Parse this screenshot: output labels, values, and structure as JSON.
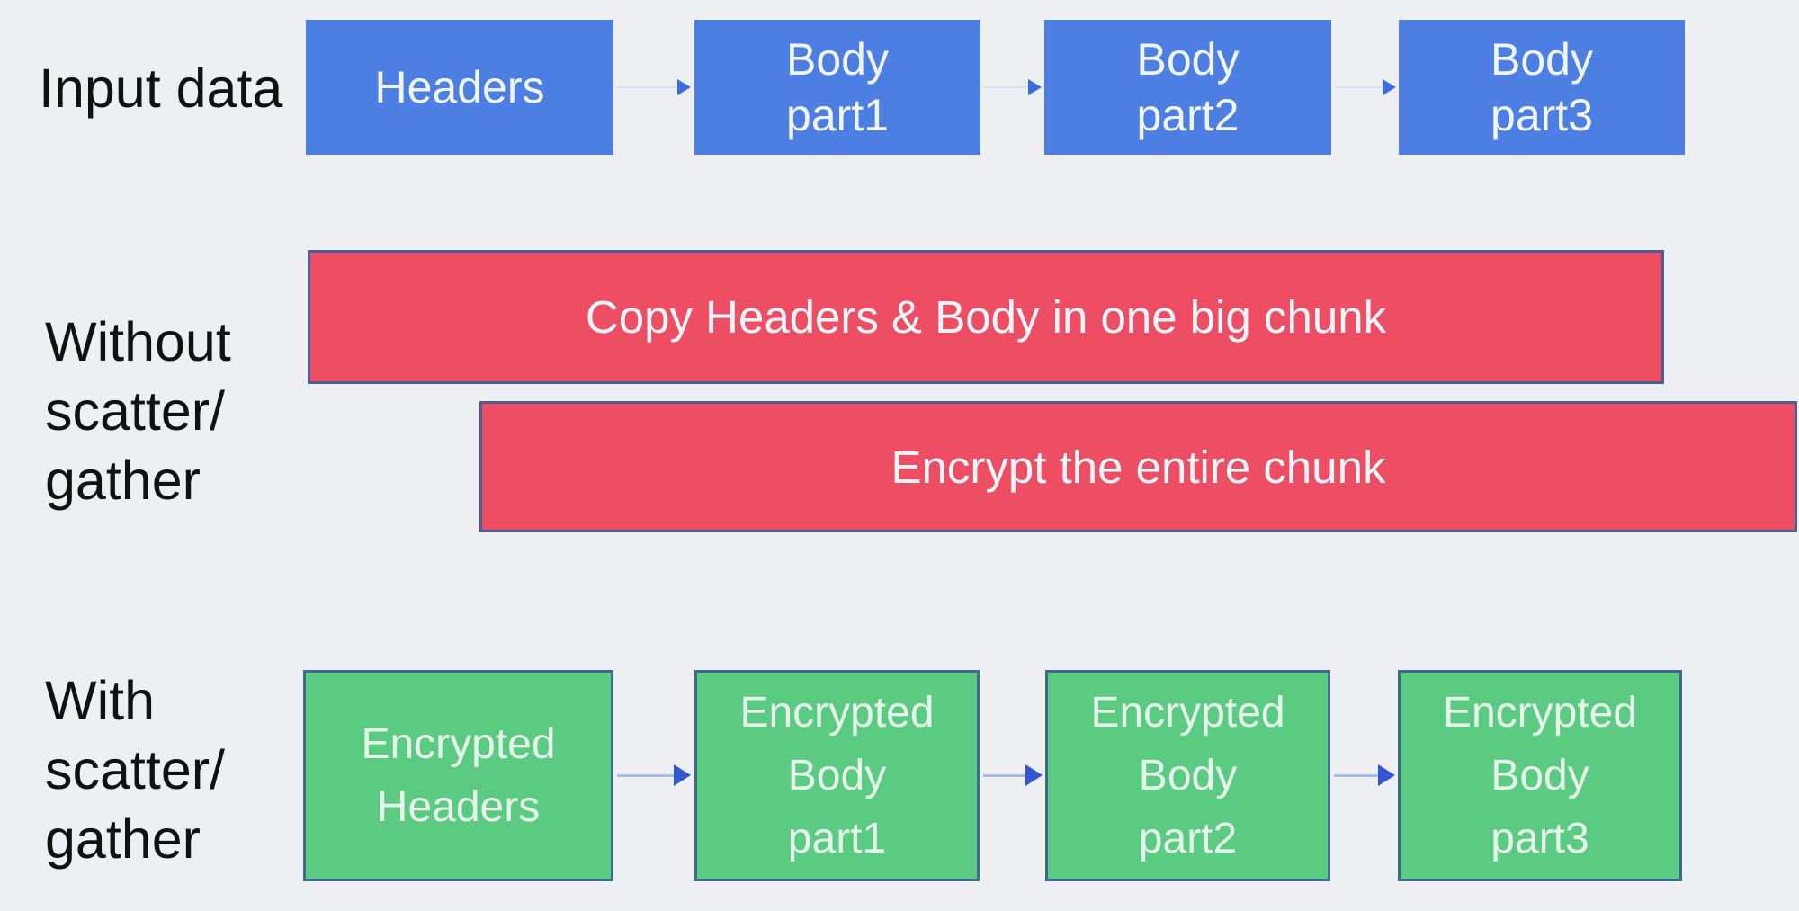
{
  "colors": {
    "background": "#edeff3",
    "blue-box": "#4d7fe3",
    "red-box": "#ee4e64",
    "green-box": "#5acb80",
    "box-border": "#4c5c95",
    "green-border": "#3e6a8e",
    "label-text": "#111111",
    "box-text": "#f0f5fa",
    "green-text": "#e7f6ec",
    "arrow-line-light": "#d9e3f8",
    "arrow-head-light": "#3d6ce2",
    "arrow-line": "#a9bce9",
    "arrow-head": "#3457d0"
  },
  "rows": {
    "input": {
      "label": "Input data",
      "boxes": [
        {
          "label": "Headers"
        },
        {
          "label": "Body\npart1"
        },
        {
          "label": "Body\npart2"
        },
        {
          "label": "Body\npart3"
        }
      ]
    },
    "without": {
      "label": "Without\nscatter/\ngather",
      "steps": [
        {
          "label": "Copy Headers & Body in one big chunk"
        },
        {
          "label": "Encrypt the entire chunk"
        }
      ]
    },
    "with": {
      "label": "With\nscatter/\ngather",
      "boxes": [
        {
          "label": "Encrypted\nHeaders"
        },
        {
          "label": "Encrypted\nBody\npart1"
        },
        {
          "label": "Encrypted\nBody\npart2"
        },
        {
          "label": "Encrypted\nBody\npart3"
        }
      ]
    }
  }
}
